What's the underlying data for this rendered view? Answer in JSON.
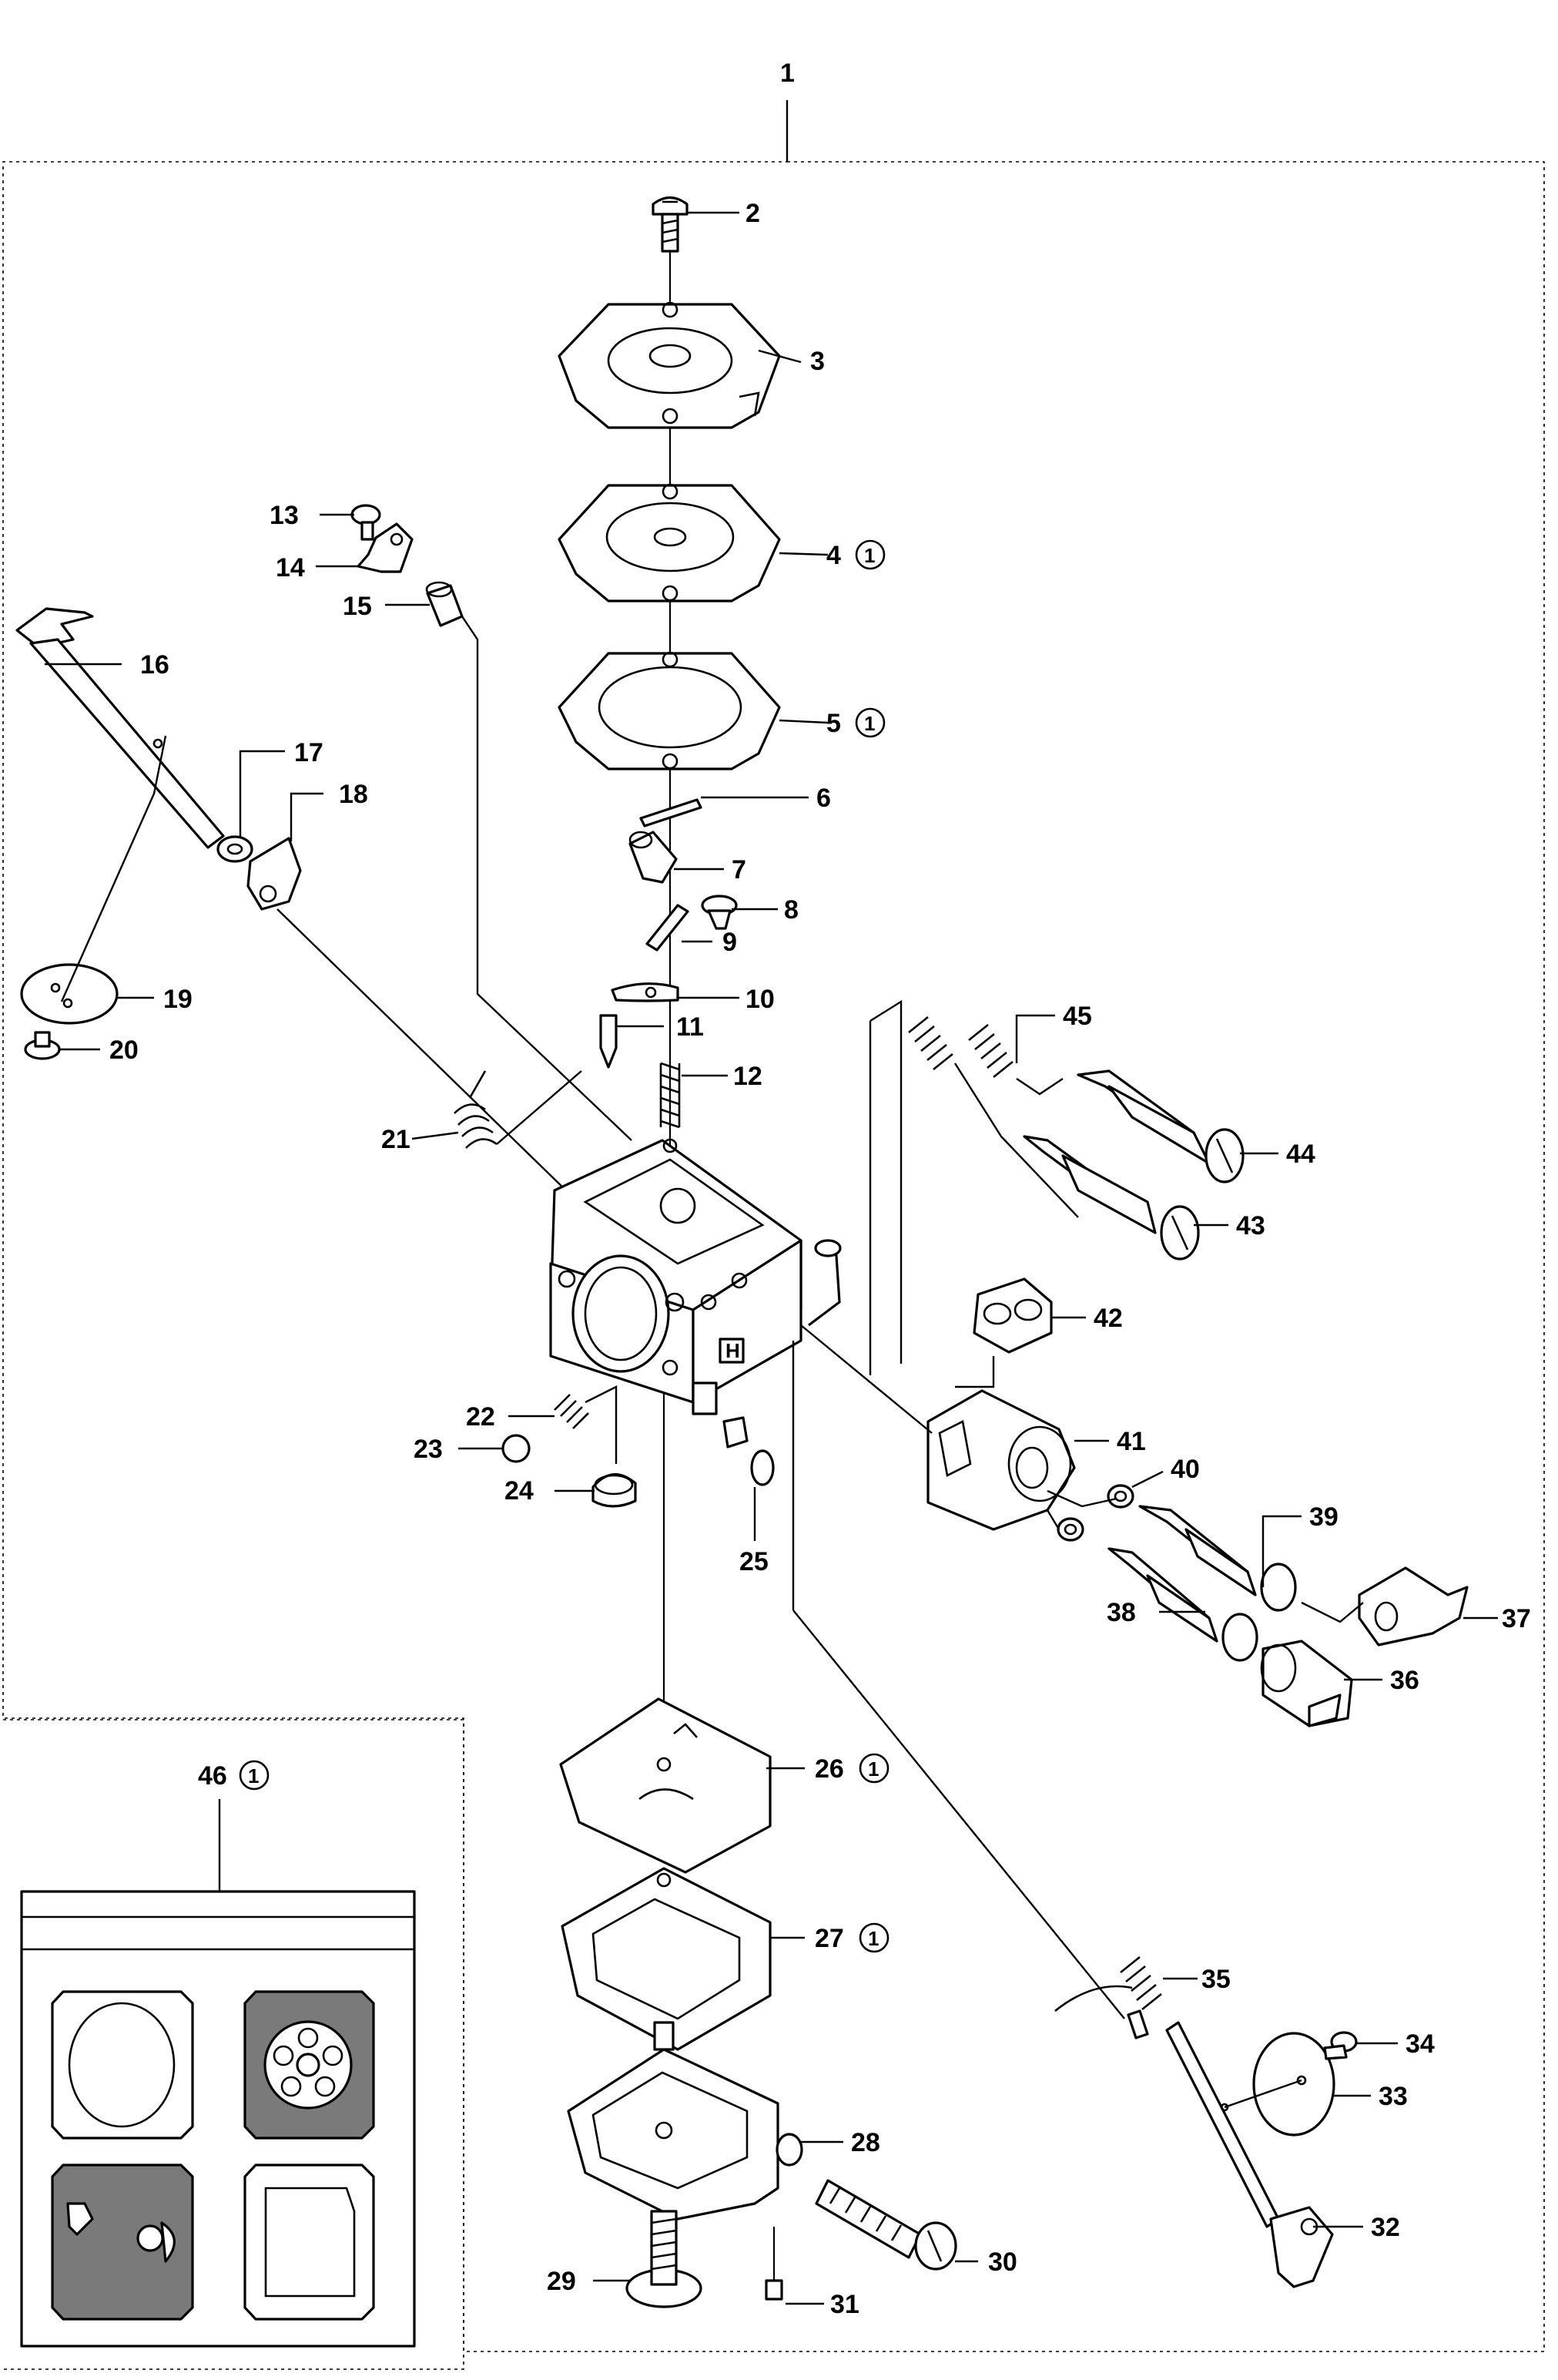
{
  "kit_marker": "1",
  "callouts": {
    "c1": "1",
    "c2": "2",
    "c3": "3",
    "c4": "4",
    "c5": "5",
    "c6": "6",
    "c7": "7",
    "c8": "8",
    "c9": "9",
    "c10": "10",
    "c11": "11",
    "c12": "12",
    "c13": "13",
    "c14": "14",
    "c15": "15",
    "c16": "16",
    "c17": "17",
    "c18": "18",
    "c19": "19",
    "c20": "20",
    "c21": "21",
    "c22": "22",
    "c23": "23",
    "c24": "24",
    "c25": "25",
    "c26": "26",
    "c27": "27",
    "c28": "28",
    "c29": "29",
    "c30": "30",
    "c31": "31",
    "c32": "32",
    "c33": "33",
    "c34": "34",
    "c35": "35",
    "c36": "36",
    "c37": "37",
    "c38": "38",
    "c39": "39",
    "c40": "40",
    "c41": "41",
    "c42": "42",
    "c43": "43",
    "c44": "44",
    "c45": "45",
    "c46": "46"
  },
  "body_mark": "H"
}
